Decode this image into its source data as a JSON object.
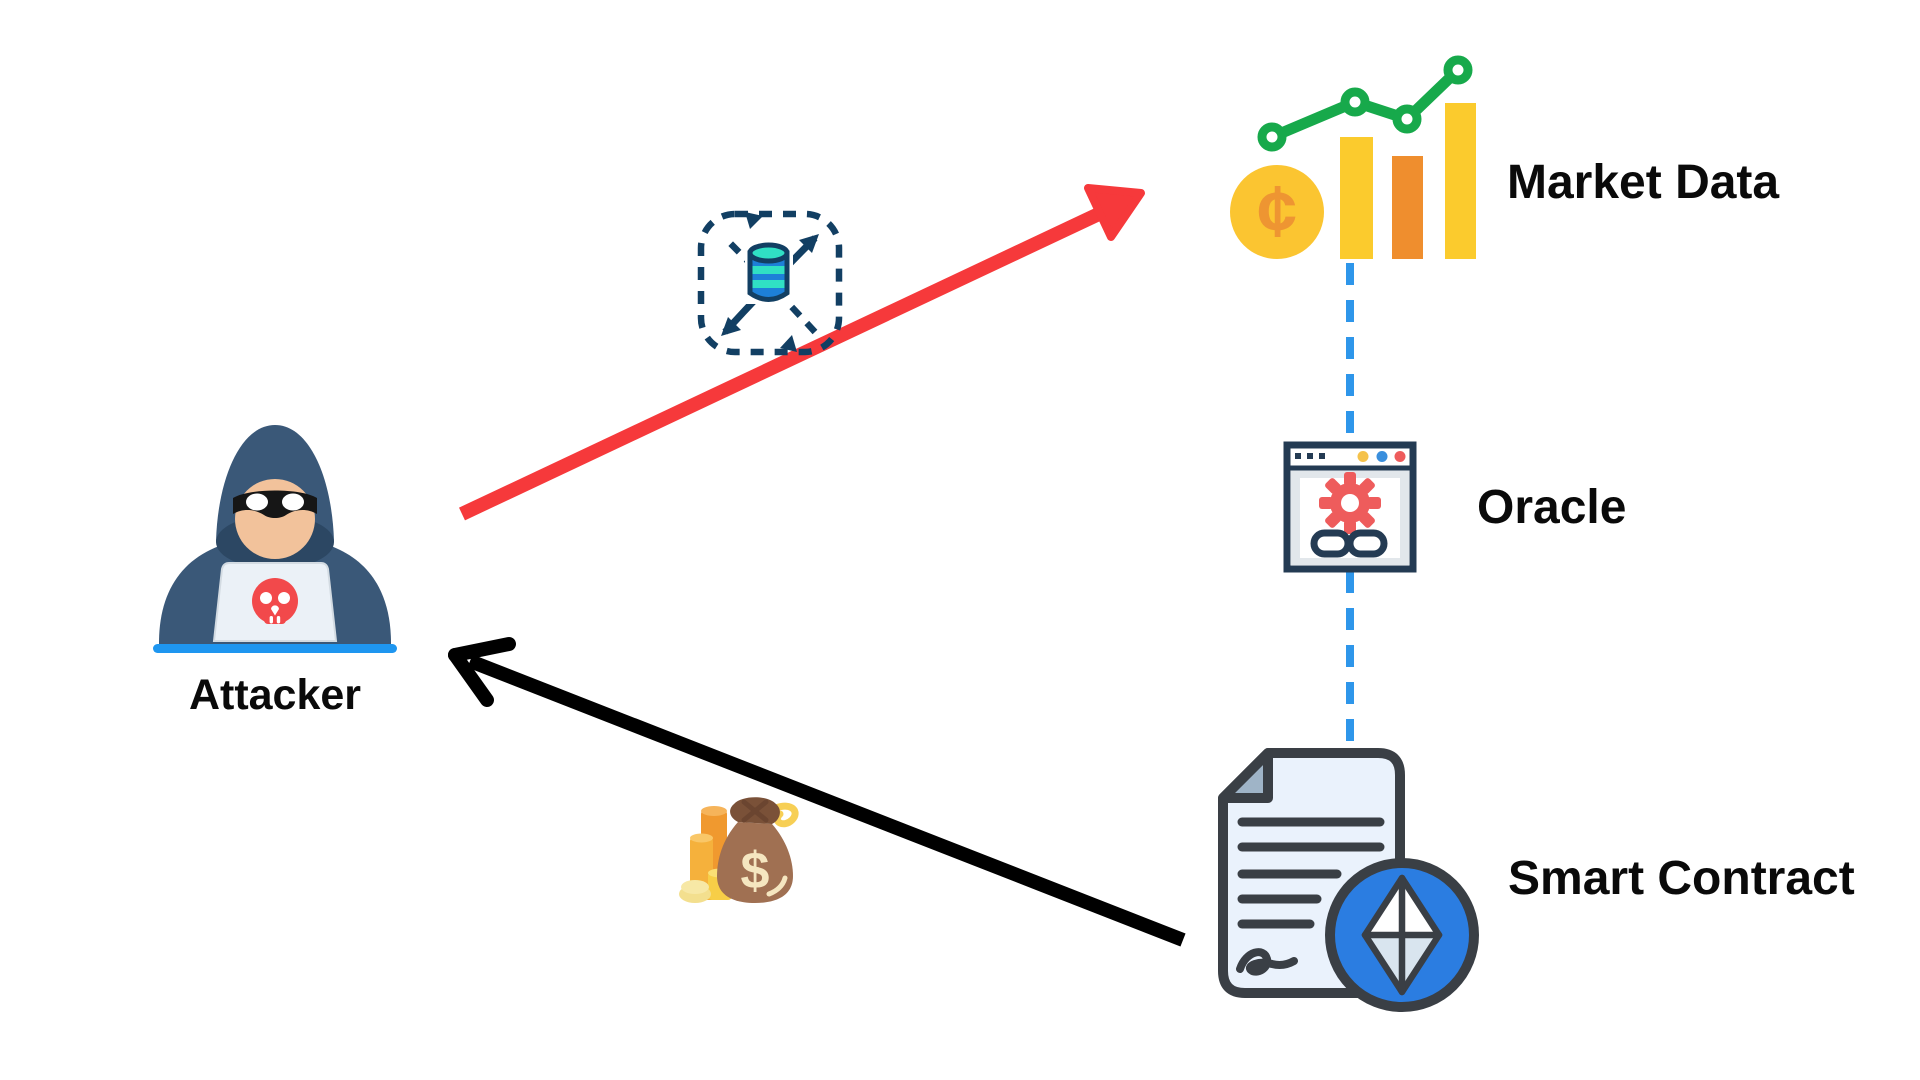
{
  "labels": {
    "attacker": "Attacker",
    "market_data": "Market Data",
    "oracle": "Oracle",
    "smart_contract": "Smart Contract"
  },
  "nodes": [
    {
      "id": "attacker",
      "label": "Attacker",
      "icon": "hooded-hacker-laptop-skull"
    },
    {
      "id": "market_data",
      "label": "Market Data",
      "icon": "coin-bar-chart-trend-line"
    },
    {
      "id": "oracle",
      "label": "Oracle",
      "icon": "browser-window-gear-chainlink"
    },
    {
      "id": "smart_contract",
      "label": "Smart Contract",
      "icon": "document-ethereum-badge"
    }
  ],
  "edges": [
    {
      "from": "attacker",
      "to": "market_data",
      "style": "solid-arrow",
      "color_key": "red_arrow",
      "via_icon": "data-manipulation-icon"
    },
    {
      "from": "smart_contract",
      "to": "attacker",
      "style": "solid-arrow",
      "color_key": "black_arrow",
      "via_icon": "money-bag-icon"
    },
    {
      "from": "market_data",
      "to": "oracle",
      "style": "dashed-line",
      "color_key": "link_blue"
    },
    {
      "from": "oracle",
      "to": "smart_contract",
      "style": "dashed-line",
      "color_key": "link_blue"
    }
  ],
  "icons": {
    "attacker": "attacker-icon",
    "market_data": "market-data-icon",
    "oracle": "oracle-icon",
    "smart_contract": "smart-contract-icon",
    "data_manipulation": "data-manipulation-icon",
    "money_bag": "money-bag-icon"
  },
  "colors": {
    "red_arrow": "#F6393B",
    "black_arrow": "#000000",
    "link_blue": "#2E96EA",
    "hoodie": "#3A5878",
    "hoodie_shadow": "#2C4763",
    "face_skin": "#F2C29B",
    "mask_black": "#161616",
    "laptop_fill": "#EBF1F7",
    "skull_red": "#F2494B",
    "laptop_bar_blue": "#1E96F0",
    "coin_yellow": "#FBC531",
    "cent_orange": "#EE9532",
    "bar_yellow": "#FBCB2D",
    "bar_orange": "#EF8E2E",
    "chart_green": "#17A94B",
    "window_navy": "#243B53",
    "gear_coral": "#EE5C5C",
    "dot_yellow": "#F5C24B",
    "dot_blue": "#3A8FDD",
    "dot_red": "#EE5C5C",
    "panel_gray": "#E2E7EB",
    "doc_fill": "#EAF2FC",
    "doc_outline": "#3A3F45",
    "fold_gray": "#9FB4C7",
    "eth_blue": "#2B7DE1",
    "eth_facet_light": "#D9E5EF",
    "sync_navy": "#123F63",
    "db_blue": "#1D80D8",
    "db_teal": "#30E0C4",
    "bag_brown": "#A07052",
    "bag_dark_brown": "#7A5138",
    "dollar_cream": "#F5E6C0",
    "ribbon_yellow": "#F7CF55",
    "coin_stack_orange": "#F0992F",
    "coin_stack_amber": "#F5B13C",
    "coin_stack_gold": "#F7CE47",
    "coin_stack_pale": "#F3DF8E"
  }
}
